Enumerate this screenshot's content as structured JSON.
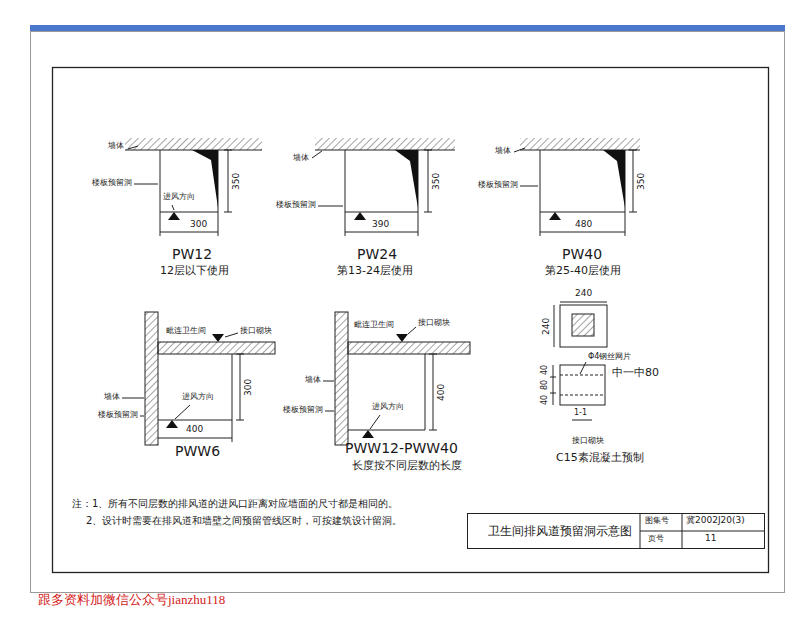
{
  "diagram": {
    "title": "卫生间排风道预留洞示意图",
    "nodes": [
      {
        "text": [
          "卫生间排风道预留洞示意图"
        ]
      }
    ],
    "labels": [
      "墙体",
      "楼板预留洞",
      "进风方向",
      "350",
      "300",
      "PW12",
      "12层以下使用",
      "墙体",
      "楼板预留洞",
      "350",
      "390",
      "PW24",
      "第13-24层使用",
      "墙体",
      "楼板预留洞",
      "350",
      "480",
      "PW40",
      "第25-40层使用",
      "毗连卫生间",
      "接口砌块",
      "墙体",
      "楼板预留洞",
      "进风方向",
      "300",
      "400",
      "PWW6",
      "毗连卫生间",
      "接口砌块",
      "墙体",
      "楼板预留洞",
      "进风方向",
      "400",
      "PWW12-PWW40",
      "长度按不同层数的长度",
      "240",
      "240",
      "Φ4钢丝网片",
      "中一中80",
      "40",
      "80",
      "40",
      "1-1",
      "接口砌块",
      "C15素混凝土预制",
      "注：1、所有不同层数的排风道的进风口距离对应墙面的尺寸都是相同的。",
      "2、设计时需要在排风道和墙壁之间预留管线区时，可按建筑设计留洞。",
      "图集号",
      "冀2002J20(3)",
      "页号",
      "11",
      "跟多资料加微信公众号jianzhu118"
    ]
  }
}
